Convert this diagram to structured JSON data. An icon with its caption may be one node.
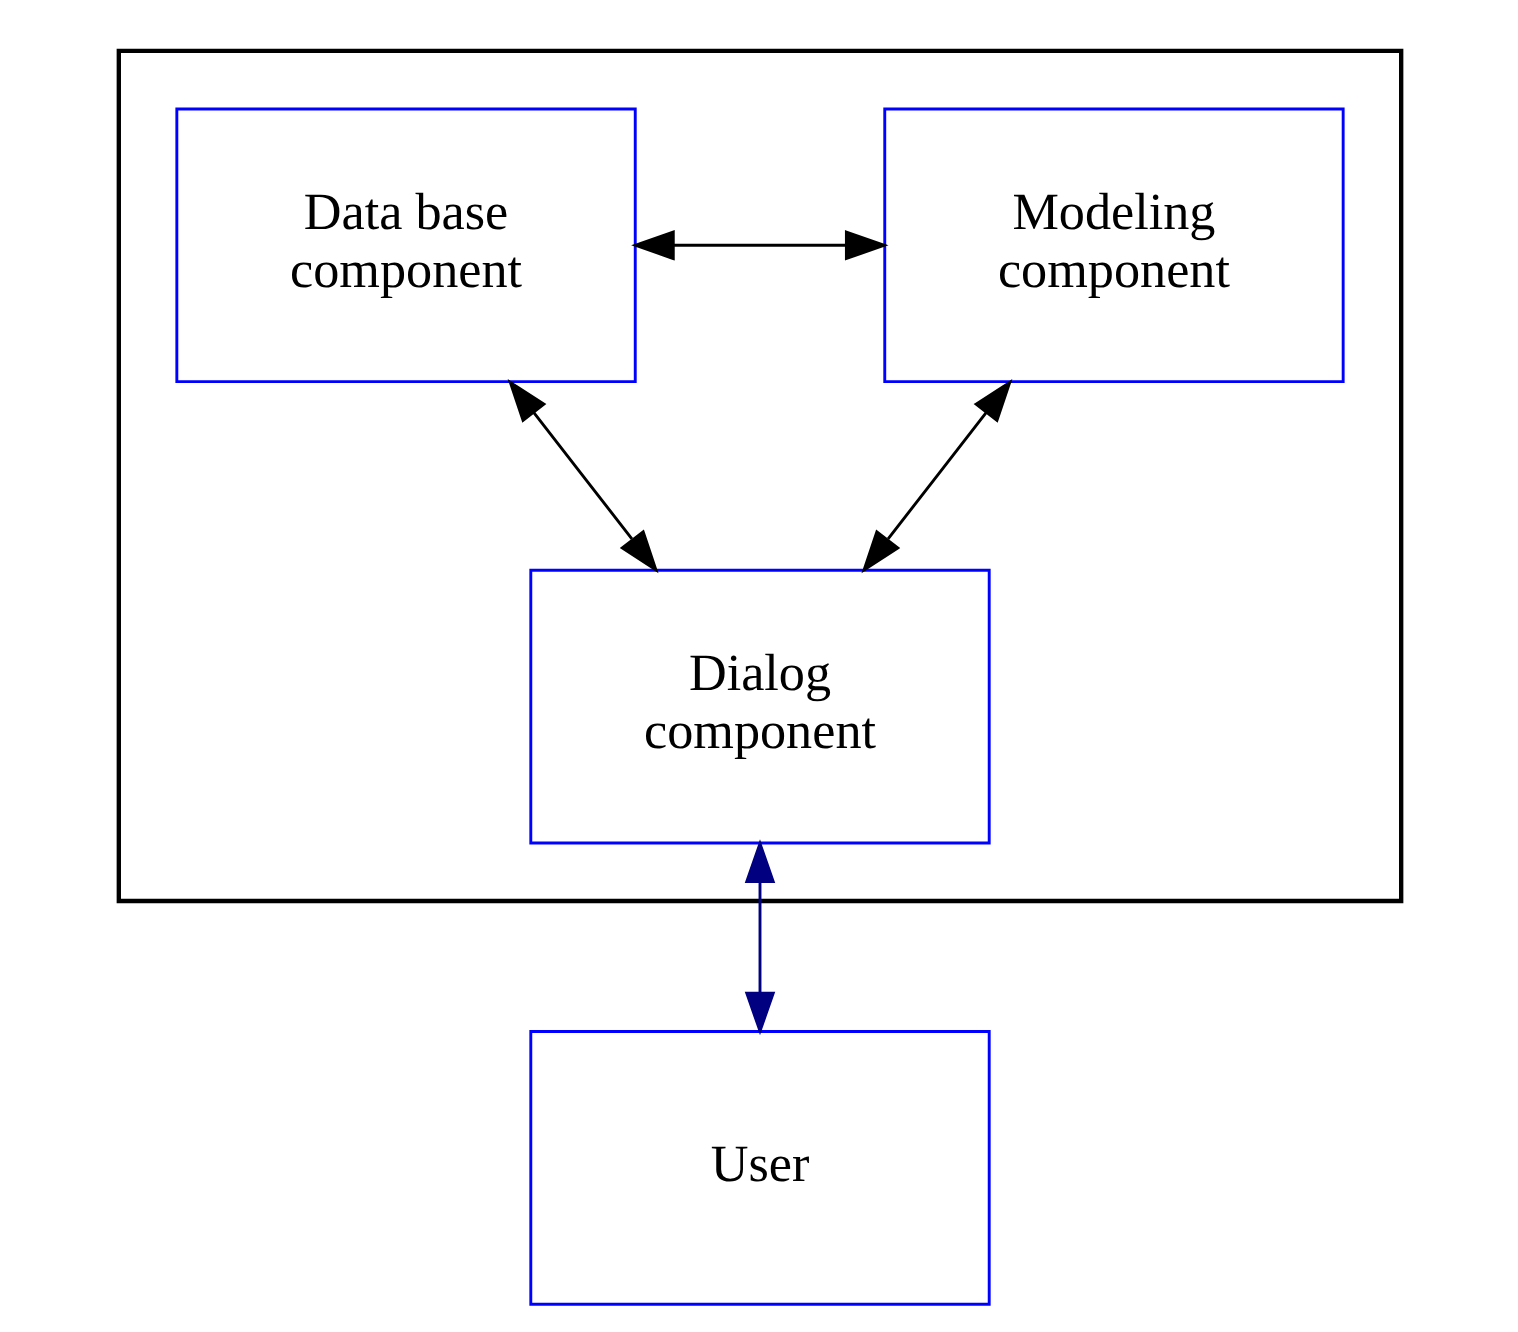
{
  "diagram": {
    "nodes": [
      {
        "text": [],
        "shape": "box"
      },
      {
        "text": [
          "Data base component"
        ],
        "in": 0
      },
      {
        "text": [
          "Modeling component"
        ],
        "in": 0
      },
      {
        "text": [
          "Dialog component"
        ],
        "in": 0
      },
      {
        "text": [
          "User"
        ]
      }
    ],
    "edges": [
      {
        "from": 1,
        "to": 2,
        "arrow": "both"
      },
      {
        "from": 1,
        "to": 3,
        "arrow": "both"
      },
      {
        "from": 2,
        "to": 3,
        "arrow": "both"
      },
      {
        "from": 3,
        "to": 4,
        "arrow": "both",
        "color": "#000080"
      }
    ]
  }
}
